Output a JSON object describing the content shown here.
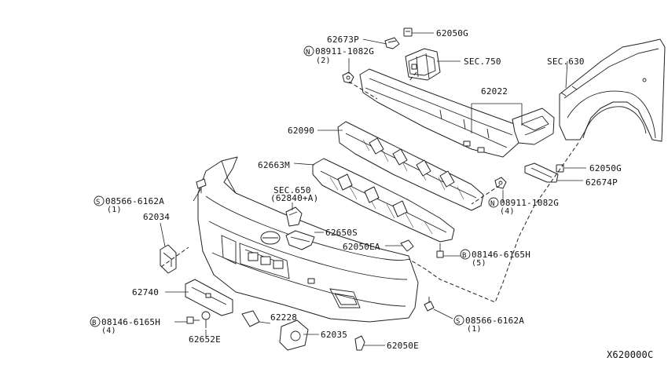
{
  "diagram_id": "X620000C",
  "callouts": {
    "p62673P": "62673P",
    "p62050G_top": "62050G",
    "nut_top": {
      "symbol": "N",
      "code": "08911-1082G",
      "qty": "(2)"
    },
    "sec750": "SEC.750",
    "sec630": "SEC.630",
    "p62022": "62022",
    "p62090": "62090",
    "p62663M": "62663M",
    "sec650": "SEC.650",
    "sec650_sub": "(62840+A)",
    "p62050G_right": "62050G",
    "p62674P": "62674P",
    "nut_right": {
      "symbol": "N",
      "code": "08911-1082G",
      "qty": "(4)"
    },
    "screw_left": {
      "symbol": "S",
      "code": "08566-6162A",
      "qty": "(1)"
    },
    "p62034": "62034",
    "p62650S": "62650S",
    "p62050EA": "62050EA",
    "bolt_right": {
      "symbol": "B",
      "code": "08146-6165H",
      "qty": "(5)"
    },
    "p62740": "62740",
    "bolt_left": {
      "symbol": "B",
      "code": "08146-6165H",
      "qty": "(4)"
    },
    "p62652E": "62652E",
    "p62228": "62228",
    "p62035": "62035",
    "screw_bottom": {
      "symbol": "S",
      "code": "08566-6162A",
      "qty": "(1)"
    },
    "p62050E": "62050E"
  },
  "icons": [
    "nut-symbol-icon",
    "screw-symbol-icon",
    "bolt-symbol-icon"
  ]
}
